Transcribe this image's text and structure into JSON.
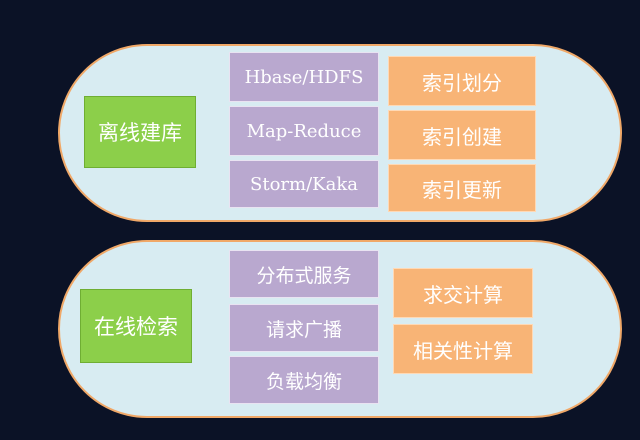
{
  "offline": {
    "title": "离线建库",
    "middle": [
      "Hbase/HDFS",
      "Map-Reduce",
      "Storm/Kaka"
    ],
    "right": [
      "索引划分",
      "索引创建",
      "索引更新"
    ]
  },
  "online": {
    "title": "在线检索",
    "middle": [
      "分布式服务",
      "请求广播",
      "负载均衡"
    ],
    "right": [
      "求交计算",
      "相关性计算"
    ]
  },
  "colors": {
    "background": "#0b1226",
    "pill_fill": "#d8ecf2",
    "pill_border": "#f0a868",
    "green": "#8ccf4a",
    "purple": "#b9a8cf",
    "orange": "#f8b476"
  }
}
